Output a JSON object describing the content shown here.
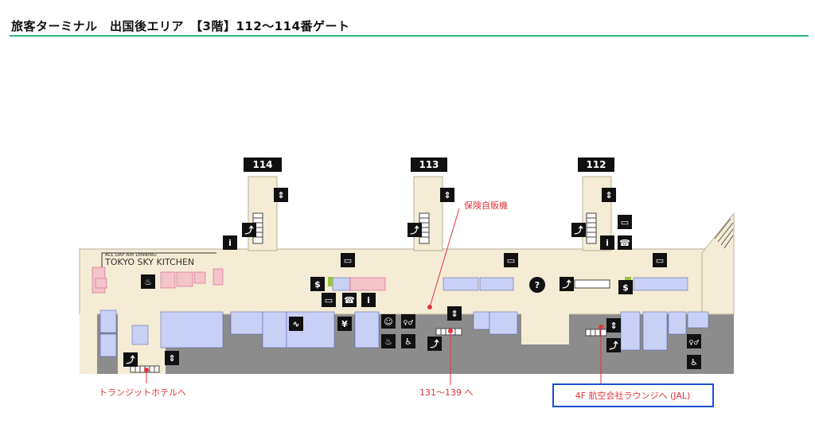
{
  "header": {
    "title": "旅客ターミナル　出国後エリア　【3階】112〜114番ゲート"
  },
  "map": {
    "gates": [
      {
        "label": "114"
      },
      {
        "label": "113"
      },
      {
        "label": "112"
      }
    ],
    "restaurant": {
      "tagline": "ALL DAY AIR DINNING",
      "name": "TOKYO SKY KITCHEN"
    },
    "callouts": {
      "insurance": "保険自販機",
      "transit_hotel": "トランジットホテルへ",
      "gates_131_139": "131〜139 へ",
      "lounge": "4F 航空会社ラウンジへ (JAL)"
    },
    "colors": {
      "concourse": "#f5ecd5",
      "lower_floor": "#8c8c8c",
      "shop": "#c9d0f5",
      "restaurant": "#f3c4c9",
      "callout": "#e0353a",
      "lounge_box": "#1a4fd1",
      "title_rule": "#2fb47a"
    },
    "icons": [
      "escalator-icon",
      "elevator-icon",
      "information-icon",
      "internet-terminal-icon",
      "phone-icon",
      "restaurant-icon",
      "atm-icon",
      "smoking-area-icon",
      "currency-exchange-icon",
      "restroom-icon",
      "accessible-restroom-icon",
      "baby-room-icon",
      "help-icon"
    ]
  }
}
